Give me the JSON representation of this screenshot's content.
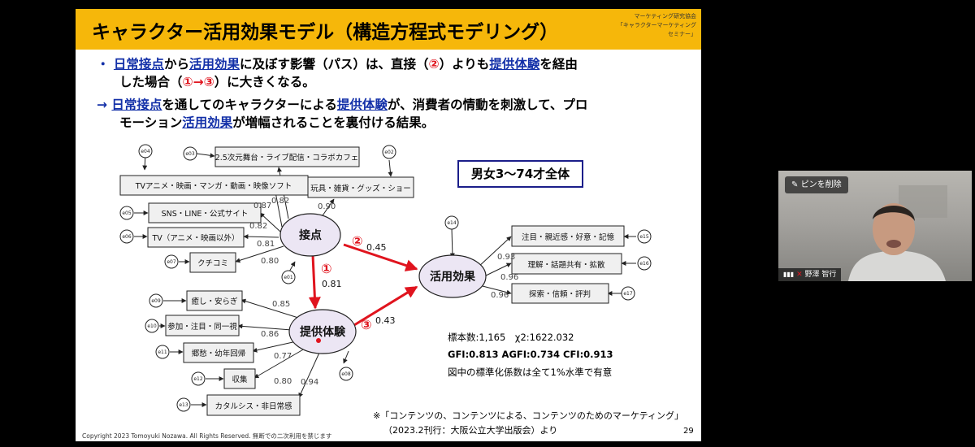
{
  "slide": {
    "title": "キャラクター活用効果モデル（構造方程式モデリング）",
    "org_label": [
      "マーケティング研究協会",
      "「キャラクターマーケティング",
      "セミナー」"
    ],
    "bullet1": {
      "marker": "・",
      "p1": "日常接点",
      "p2": "から",
      "p3": "活用効果",
      "p4": "に及ぼす影響（パス）は、直接（",
      "p5": "②",
      "p6": "）よりも",
      "p7": "提供体験",
      "p8": "を経由",
      "line2a": "した場合（",
      "line2b": "①→③",
      "line2c": "）に大きくなる。"
    },
    "bullet2": {
      "marker": "→",
      "p1": "日常接点",
      "p2": "を通してのキャラクターによる",
      "p3": "提供体験",
      "p4": "が、消費者の情動を刺激して、プロ",
      "line2a": "モーション",
      "line2b": "活用効果",
      "line2c": "が増幅されることを裏付ける結果。"
    },
    "sample_label": "男女3〜74才全体",
    "stats": {
      "sample": "標本数:1,165　χ2:1622.032",
      "fit": "GFI:0.813 AGFI:0.734 CFI:0.913",
      "note": "図中の標準化係数は全て1%水準で有意"
    },
    "source_note": {
      "line1": "※「コンテンツの、コンテンツによる、コンテンツのためのマーケティング」",
      "line2": "（2023.2刊行：大阪公立大学出版会）より"
    },
    "copyright": "Copyright 2023 Tomoyuki Nozawa. All Rights Reserved. 無断での二次利用を禁じます",
    "page_number": "29",
    "diagram": {
      "nodes": {
        "contact": "接点",
        "experience": "提供体験",
        "effect": "活用効果"
      },
      "contact_indicators": [
        "2.5次元舞台・ライブ配信・コラボカフェ",
        "玩具・雑貨・グッズ・ショー",
        "TVアニメ・映画・マンガ・動画・映像ソフト",
        "SNS・LINE・公式サイト",
        "TV（アニメ・映画以外）",
        "クチコミ"
      ],
      "contact_loadings": [
        "0.82",
        "0.90",
        "0.87",
        "0.82",
        "0.81",
        "0.80"
      ],
      "contact_errors": [
        "e03",
        "e02",
        "e04",
        "e05",
        "e06",
        "e07"
      ],
      "experience_indicators": [
        "癒し・安らぎ",
        "参加・注目・同一視",
        "郷愁・幼年回帰",
        "収集",
        "カタルシス・非日常感"
      ],
      "experience_loadings": [
        "0.85",
        "0.86",
        "0.77",
        "0.80",
        "0.94"
      ],
      "experience_errors": [
        "e09",
        "e10",
        "e11",
        "e12",
        "e13"
      ],
      "effect_indicators": [
        "注目・親近感・好意・記憶",
        "理解・話題共有・拡散",
        "探索・信頼・評判"
      ],
      "effect_loadings": [
        "0.93",
        "0.96",
        "0.96"
      ],
      "effect_errors": [
        "e15",
        "e16",
        "e17"
      ],
      "latent_errors": [
        "e01",
        "e08",
        "e14"
      ],
      "paths": [
        {
          "marker": "①",
          "coef": "0.81"
        },
        {
          "marker": "②",
          "coef": "0.45"
        },
        {
          "marker": "③",
          "coef": "0.43"
        }
      ]
    }
  },
  "video": {
    "unpin_label": "ピンを削除",
    "participant_name": "野澤 智行"
  },
  "colors": {
    "title_bar": "#f6b70a",
    "highlight": "#1330a8",
    "red": "#e0141e",
    "node_fill": "#ece6f4"
  }
}
